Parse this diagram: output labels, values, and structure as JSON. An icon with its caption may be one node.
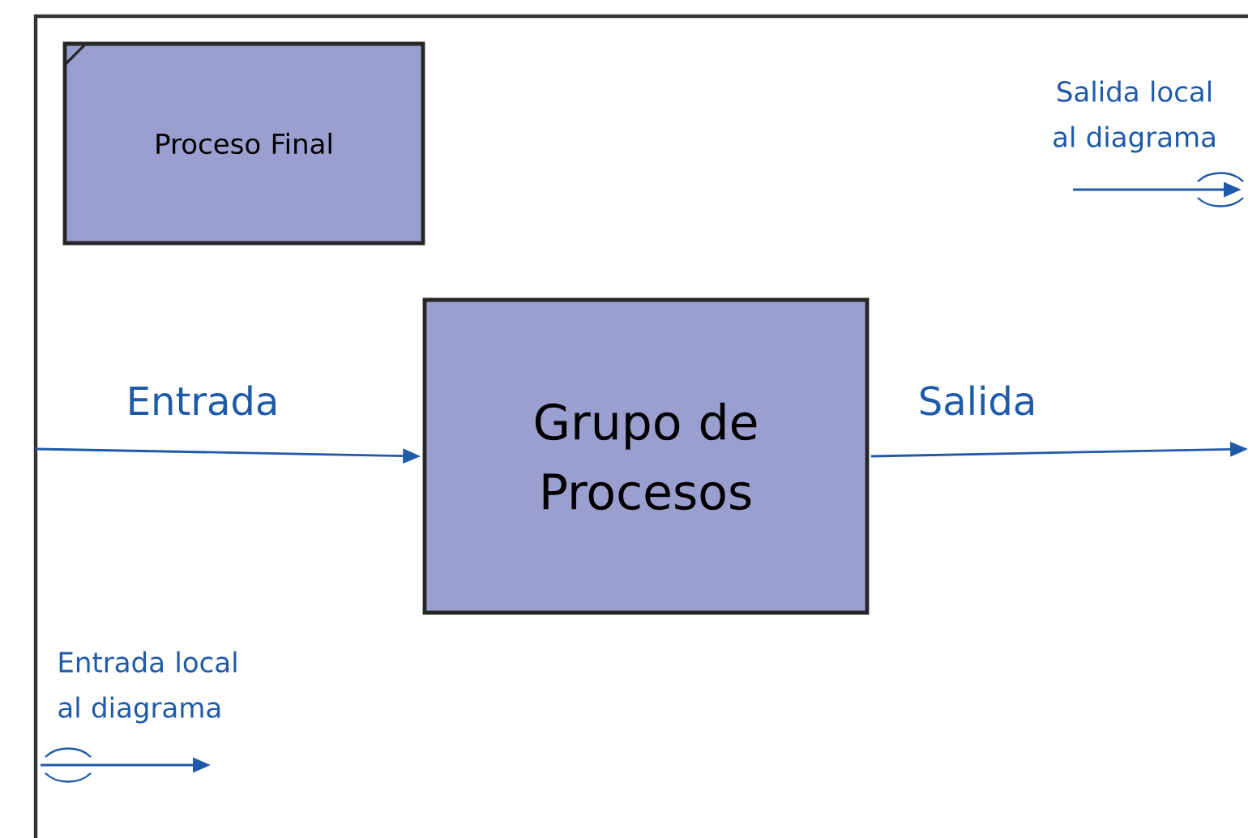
{
  "diagram": {
    "nodes": [
      {
        "text": [
          "Proceso Final"
        ]
      },
      {
        "text": [
          "Grupo de Procesos"
        ]
      }
    ],
    "edges": [
      {
        "from": null,
        "to": 1,
        "arrow": "to",
        "label": "Entrada"
      },
      {
        "from": 1,
        "to": null,
        "arrow": "to",
        "label": "Salida"
      }
    ],
    "labels": [
      "Salida local al diagrama",
      "Entrada local al diagrama"
    ]
  }
}
